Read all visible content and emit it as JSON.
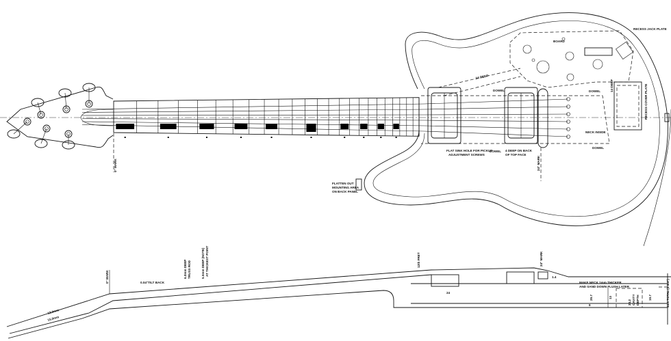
{
  "top_view": {
    "labels": {
      "recess_jack_plate": "RECESS JACK PLATE",
      "board": "BOARD",
      "deep_14_a": "14 DEEP",
      "deep_14_b": "14 DEEP",
      "dowel_1": "DOWEL",
      "dowel_2": "DOWEL",
      "dowel_3": "DOWEL",
      "dowel_4": "DOWEL",
      "neck_inside": "NECK INSIDE",
      "recess_cover_plate": "RECESS COVER PLATE",
      "flat_sink": "FLAT SINK HOLE FOR PICKUP",
      "flat_sink_2": "ADJUSTMENT SCREWS",
      "deep_back": "4 DEEP ON BACK",
      "deep_back_2": "OF TOP FACE",
      "zero_mark": "0\" MARK",
      "mark_24": "24\" MARK",
      "flatten_1": "FLATTEN OUT",
      "flatten_2": "MOUNTING AREA",
      "flatten_3": "ON BACK PANEL"
    },
    "fret_count": 24,
    "inlay_frets": [
      1,
      3,
      5,
      7,
      9,
      12,
      15,
      17,
      19,
      21
    ]
  },
  "side_view": {
    "labels": {
      "zero_mark": "0\" MARK",
      "tilt_back": "0.04\"TILT BACK",
      "truss_rod_1": "6.0mm DEEP",
      "truss_rod_2": "TRUSS ROD",
      "thickest_1": "5.5mm DEEP (NOTE)",
      "thickest_2": "AT THICKEST POINT",
      "fret_12": "12th FRET",
      "mark_24": "24\" MARK",
      "make_neck_1": "MAKE NECK 1mm THICKER",
      "make_neck_2": "AND SAND DOWN FLUSH LATER",
      "headstock_thick": "12.0mm",
      "headstock_len": "15.0mm",
      "cavity_1": "24.2",
      "cavity_2": "CAVITY",
      "cavity_3": "DEPTH",
      "total": "44.0 TOTAL (1 3/4\")",
      "dim_a": "29.7",
      "dim_b": "19.7",
      "dim_c": "13",
      "dim_d": "6",
      "dim_e": "1.4",
      "dim_f": "24"
    }
  }
}
